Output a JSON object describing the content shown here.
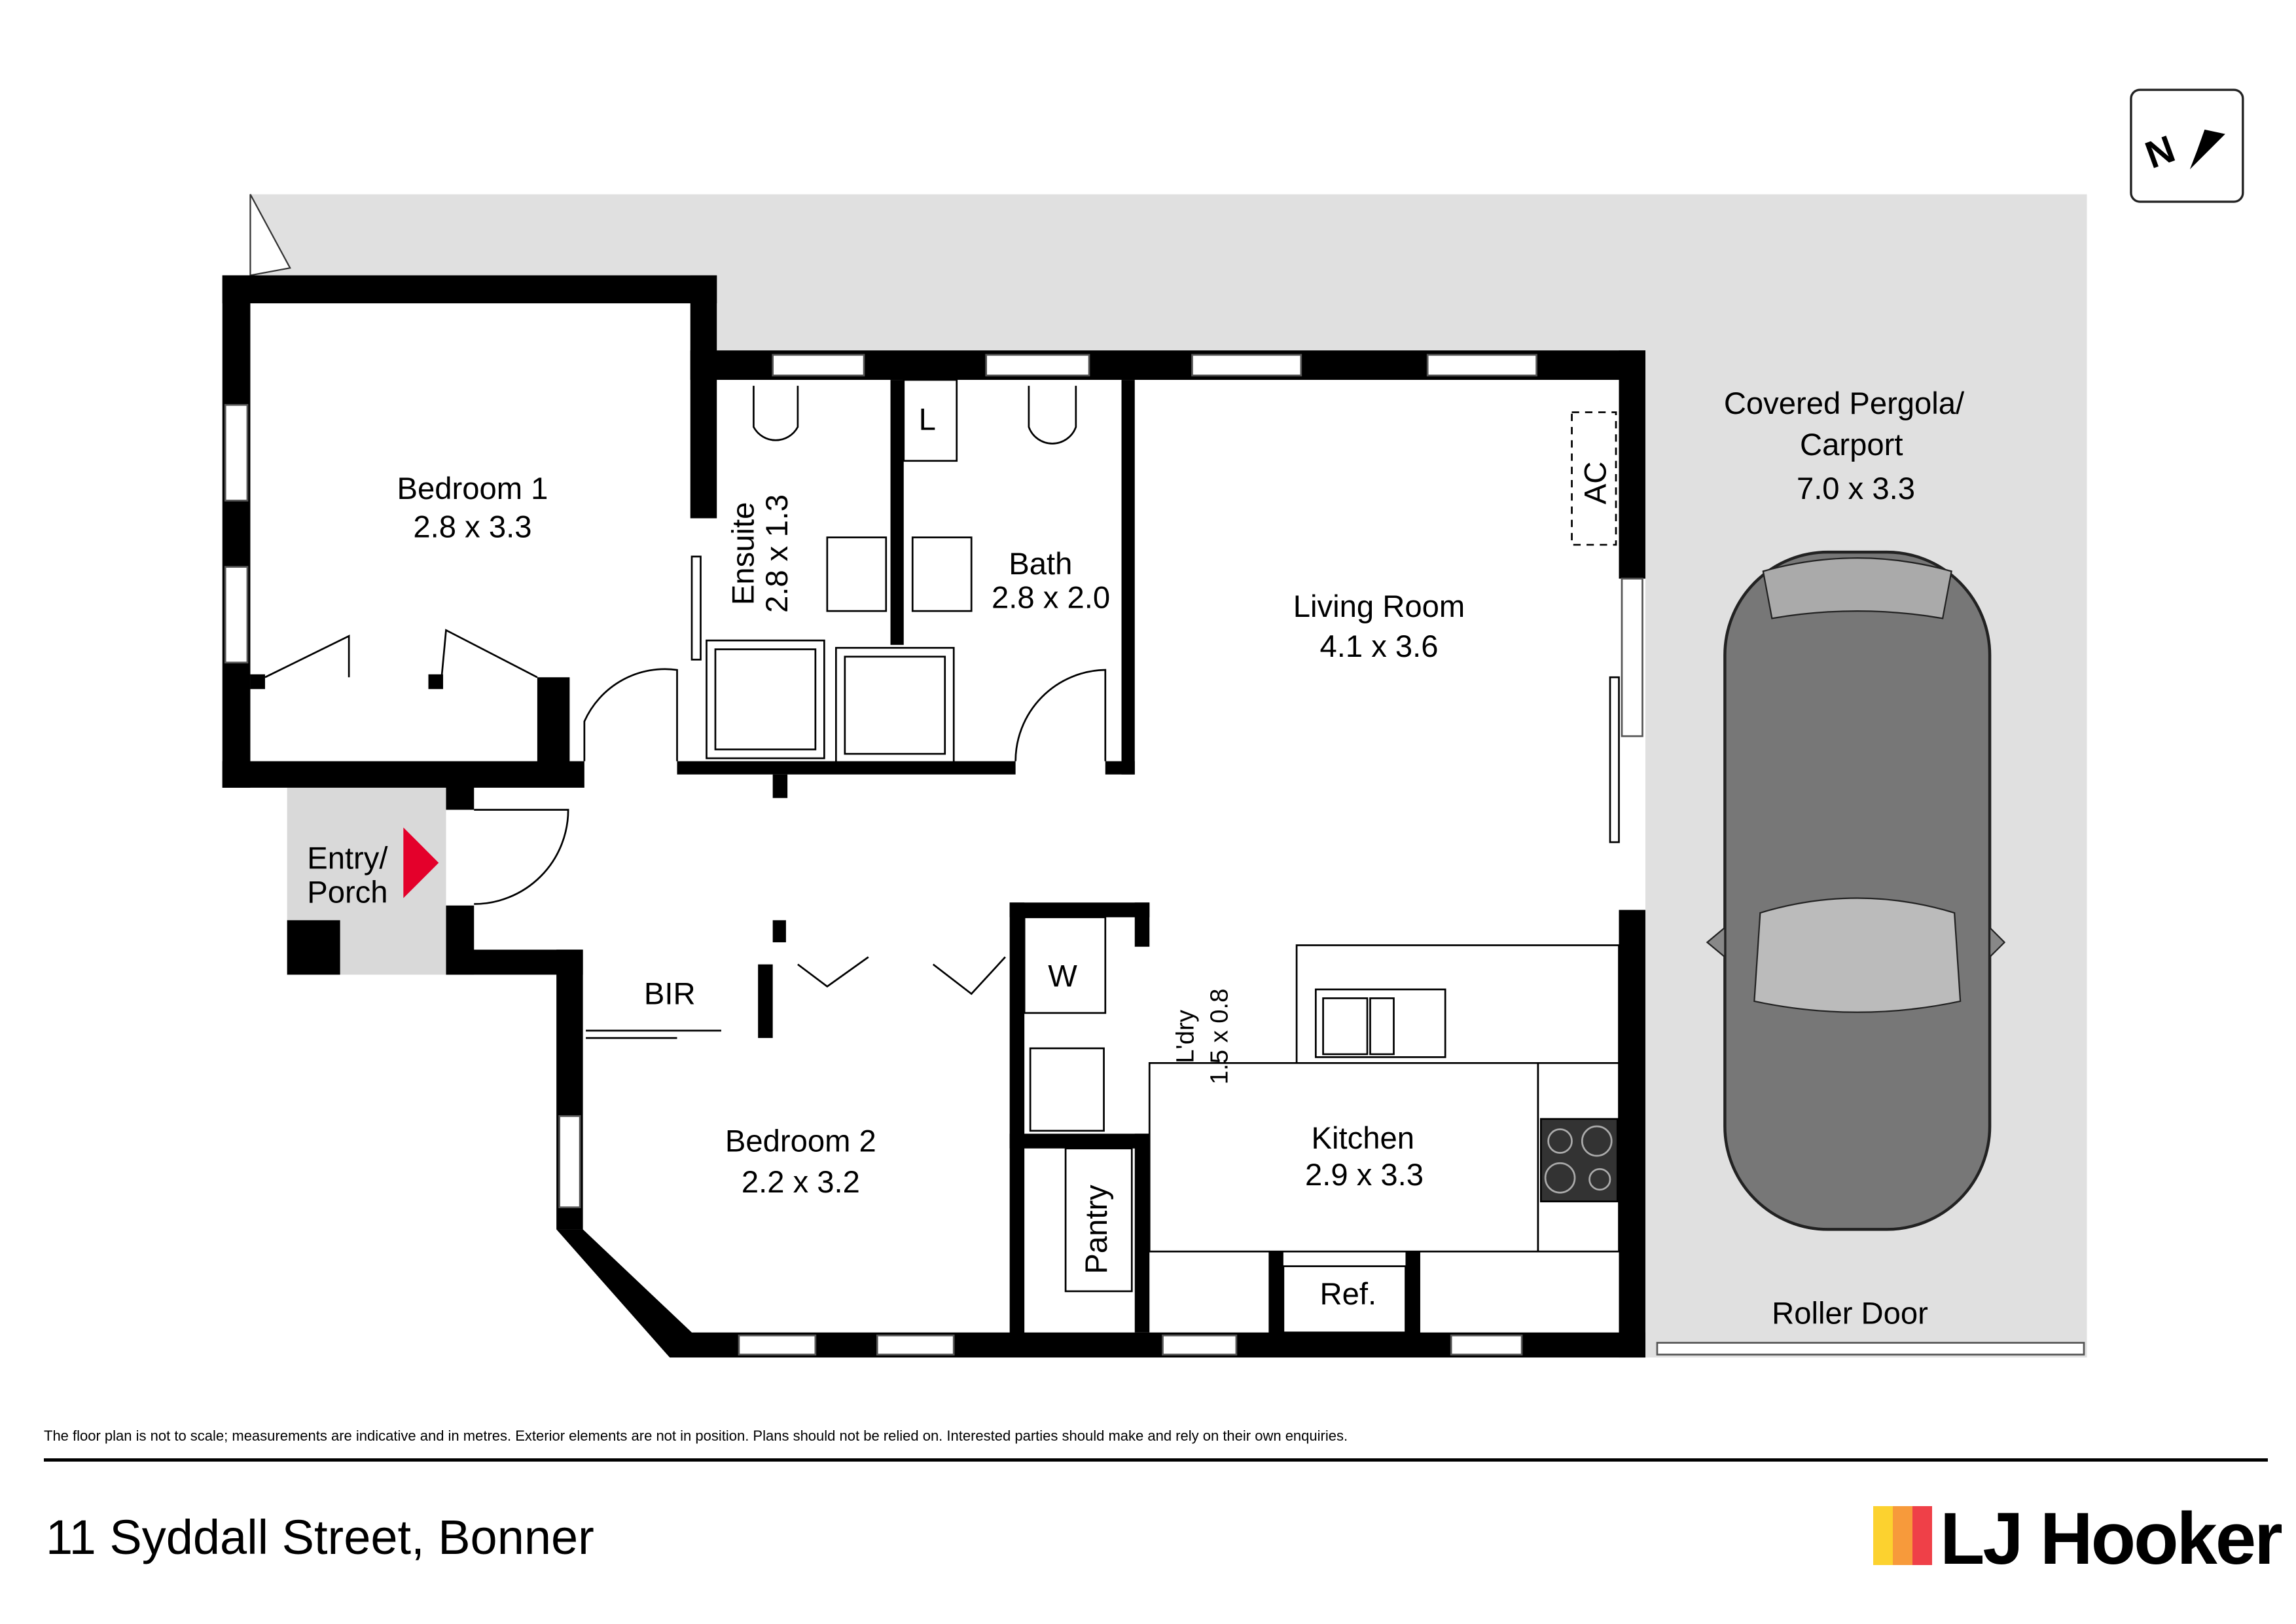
{
  "colors": {
    "wall": "#000000",
    "outdoor": "#e0e0e0",
    "porch": "#d9d9d9",
    "entry_arrow": "#e4002b",
    "car": "#777777",
    "logo_yellow": "#fcd22f",
    "logo_orange": "#f79a3b",
    "logo_red": "#ef4048"
  },
  "rooms": {
    "bedroom1": {
      "name": "Bedroom 1",
      "size": "2.8 x 3.3"
    },
    "ensuite": {
      "name": "Ensuite",
      "size": "2.8 x 1.3"
    },
    "linen": {
      "name": "L"
    },
    "bath": {
      "name": "Bath",
      "size": "2.8 x 2.0"
    },
    "living": {
      "name": "Living Room",
      "size": "4.1 x 3.6"
    },
    "ac": {
      "name": "AC"
    },
    "carport": {
      "name_line1": "Covered Pergola/",
      "name_line2": "Carport",
      "size": "7.0 x 3.3"
    },
    "entry": {
      "name_line1": "Entry/",
      "name_line2": "Porch"
    },
    "bir": {
      "name": "BIR"
    },
    "washer": {
      "name": "W"
    },
    "laundry": {
      "name": "L'dry",
      "size": "1.5 x 0.8"
    },
    "bedroom2": {
      "name": "Bedroom 2",
      "size": "2.2 x 3.2"
    },
    "kitchen": {
      "name": "Kitchen",
      "size": "2.9 x 3.3"
    },
    "pantry": {
      "name": "Pantry"
    },
    "fridge": {
      "name": "Ref."
    },
    "roller_door": {
      "name": "Roller Door"
    }
  },
  "compass": {
    "icon": "north-arrow-icon",
    "letter": "N"
  },
  "footer": {
    "disclaimer": "The floor plan is not to scale; measurements are indicative and in metres. Exterior elements are not in position. Plans should not be relied on. Interested parties should make and rely on their own enquiries.",
    "address": "11 Syddall Street, Bonner",
    "logo_text": "LJ Hooker"
  }
}
